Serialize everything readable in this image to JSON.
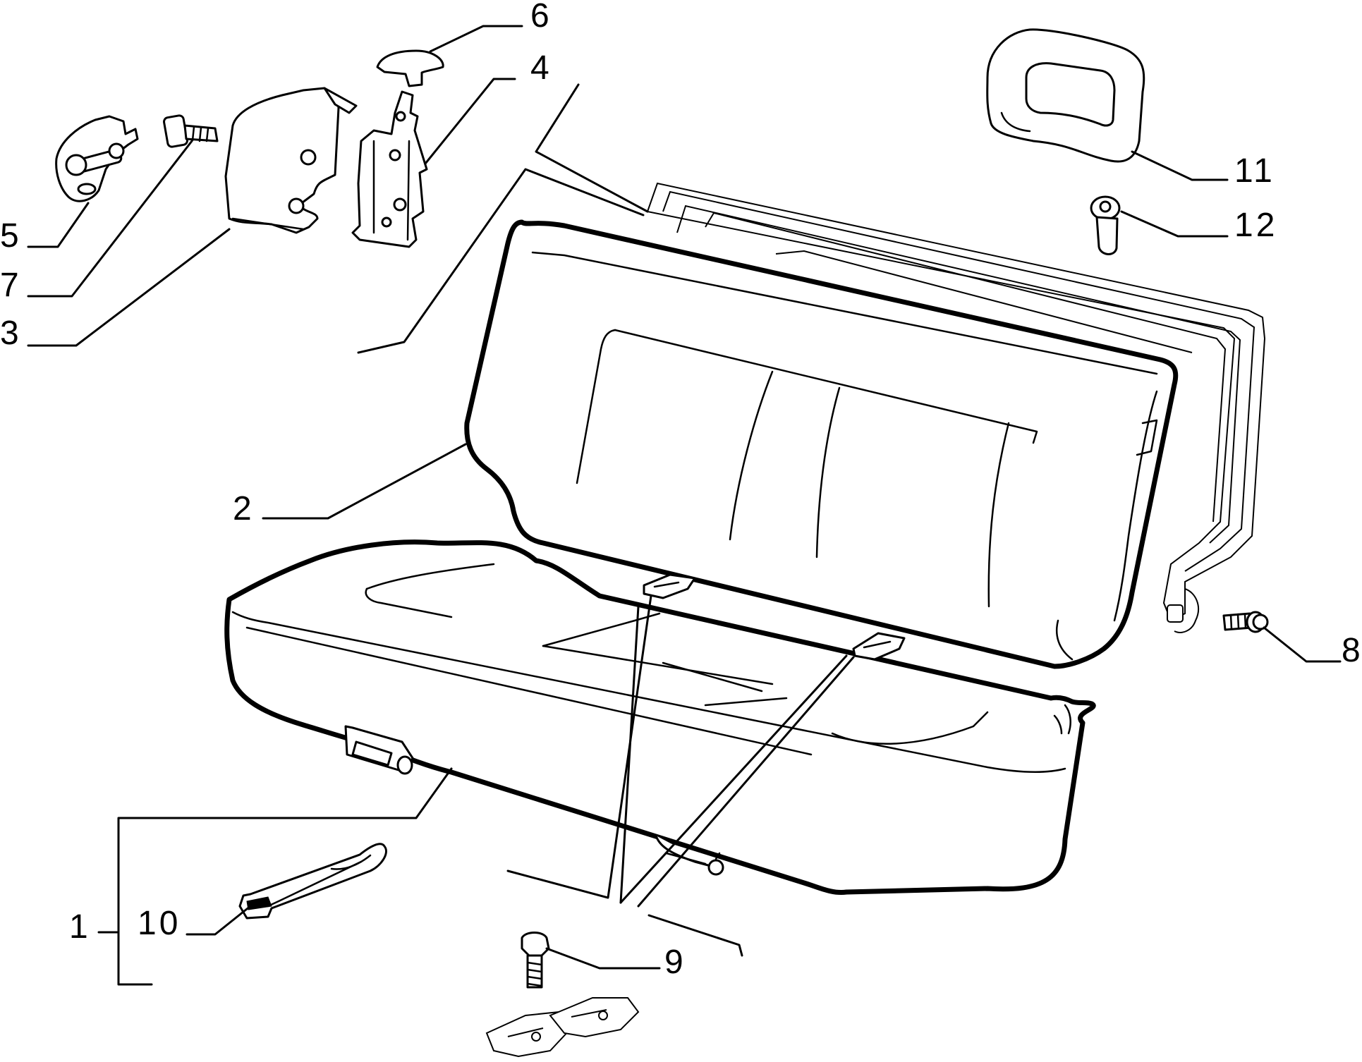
{
  "colors": {
    "line": "#000000",
    "background": "#ffffff"
  },
  "callouts": {
    "c1": "1",
    "c2": "2",
    "c3": "3",
    "c4": "4",
    "c5": "5",
    "c6": "6",
    "c7": "7",
    "c8": "8",
    "c9": "9",
    "c10": "10",
    "c11": "11",
    "c12": "12"
  }
}
